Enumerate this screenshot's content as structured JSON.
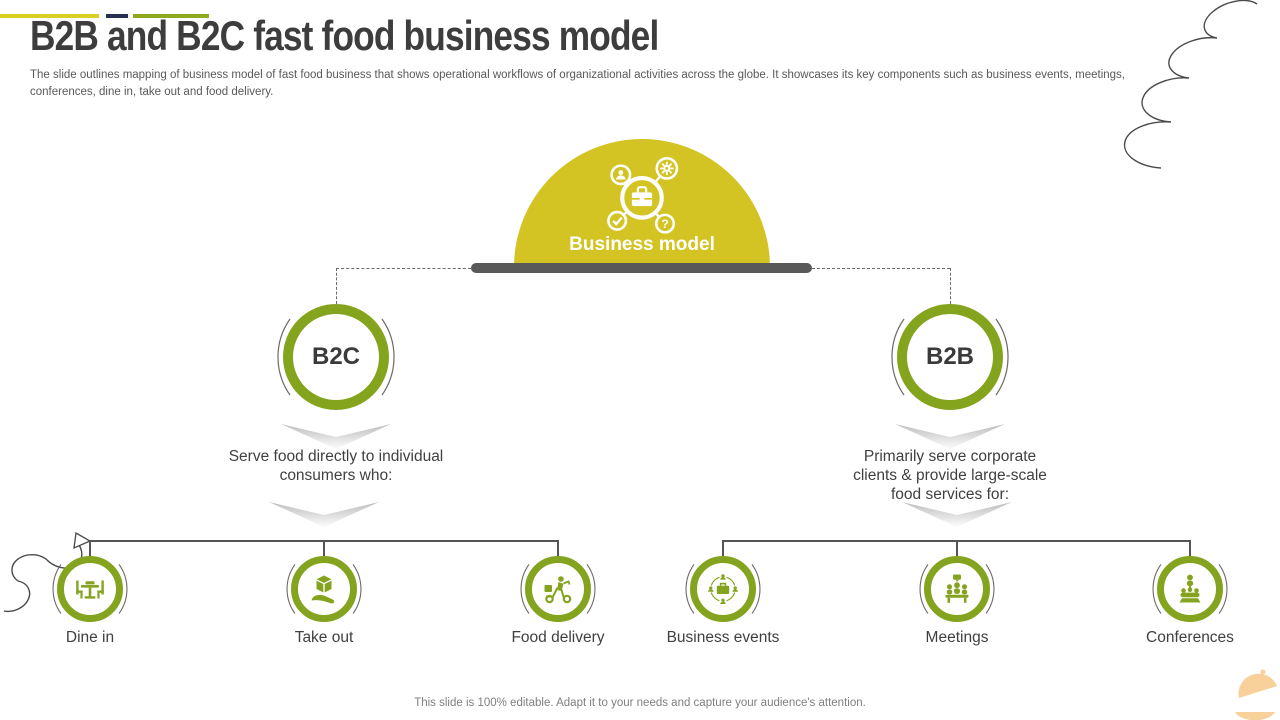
{
  "slide": {
    "title": "B2B and B2C fast food business model",
    "subtitle": "The slide outlines mapping of business model of fast food business that shows operational workflows of organizational activities across the globe. It showcases its key components such as business events, meetings, conferences, dine in, take out and food delivery.",
    "footer": "This slide is 100% editable. Adapt it to your needs and capture your audience's attention."
  },
  "diagram": {
    "root": {
      "label": "Business model",
      "icon": "briefcase-network-icon"
    },
    "branches": [
      {
        "id": "b2c",
        "label": "B2C",
        "description": "Serve food directly to individual consumers who:",
        "items": [
          {
            "label": "Dine in",
            "icon": "dine-in-icon"
          },
          {
            "label": "Take out",
            "icon": "take-out-icon"
          },
          {
            "label": "Food delivery",
            "icon": "food-delivery-icon"
          }
        ]
      },
      {
        "id": "b2b",
        "label": "B2B",
        "description": "Primarily serve corporate clients & provide large-scale food services for:",
        "items": [
          {
            "label": "Business events",
            "icon": "business-events-icon"
          },
          {
            "label": "Meetings",
            "icon": "meetings-icon"
          },
          {
            "label": "Conferences",
            "icon": "conferences-icon"
          }
        ]
      }
    ]
  },
  "colors": {
    "accent_yellow": "#d3c323",
    "accent_olive": "#85a41e",
    "bar_gray": "#595959",
    "navy": "#283050",
    "corner_orange": "#f8d09a",
    "text_dark": "#3d3d3d",
    "text_gray": "#595959",
    "footer_gray": "#7f7f7f"
  }
}
